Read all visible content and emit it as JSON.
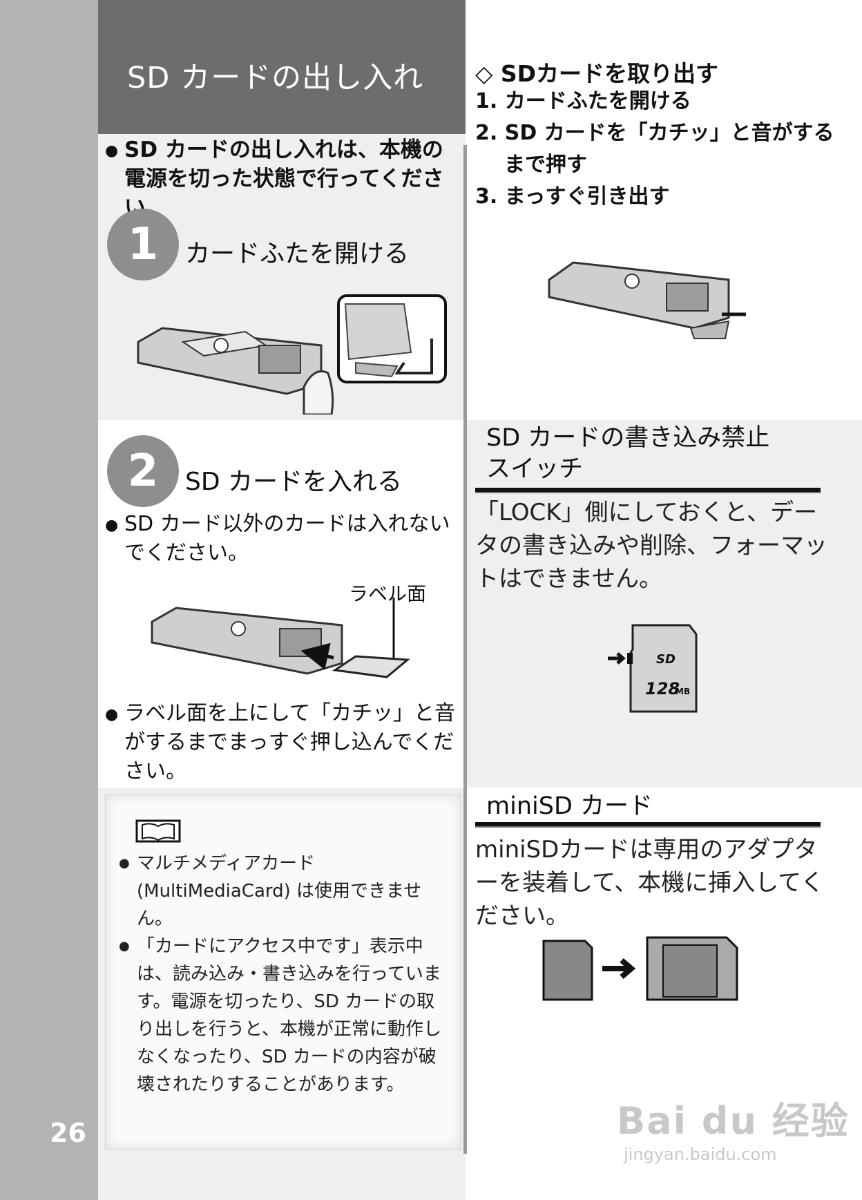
{
  "page": {
    "number": "26",
    "title": "SD カードの出し入れ"
  },
  "intro": "SD カードの出し入れは、本機の電源を切った状態で行ってください。",
  "step1": {
    "num": "1",
    "title": "カードふたを開ける"
  },
  "step2": {
    "num": "2",
    "title": "SD カードを入れる",
    "note1": "SD カード以外のカードは入れないでください。",
    "label_tag": "ラベル面",
    "note2": "ラベル面を上にして「カチッ」と音がするまでまっすぐ押し込んでください。"
  },
  "remove": {
    "title": "◇ SDカードを取り出す",
    "steps": [
      "1. カードふたを開ける",
      "2. SD カードを「カチッ」と音がする",
      "まで押す",
      "3. まっすぐ引き出す"
    ]
  },
  "lock": {
    "title1": "SD カードの書き込み禁止",
    "title2": "スイッチ",
    "body": "「LOCK」側にしておくと、データの書き込みや削除、フォーマットはできません。",
    "card_text": "128",
    "card_unit": "MB",
    "card_logo": "SD"
  },
  "mini": {
    "title": "miniSD カード",
    "body": "miniSDカードは専用のアダプターを装着して、本機に挿入してください。"
  },
  "notes": {
    "items": [
      "マルチメディアカード (MultiMediaCard) は使用できません。",
      "「カードにアクセス中です」表示中は、読み込み・書き込みを行っています。電源を切ったり、SD カードの取り出しを行うと、本機が正常に動作しなくなったり、SD カードの内容が破壊されたりすることがあります。"
    ]
  },
  "watermark": {
    "brand": "Bai du 经验",
    "url": "jingyan.baidu.com"
  }
}
